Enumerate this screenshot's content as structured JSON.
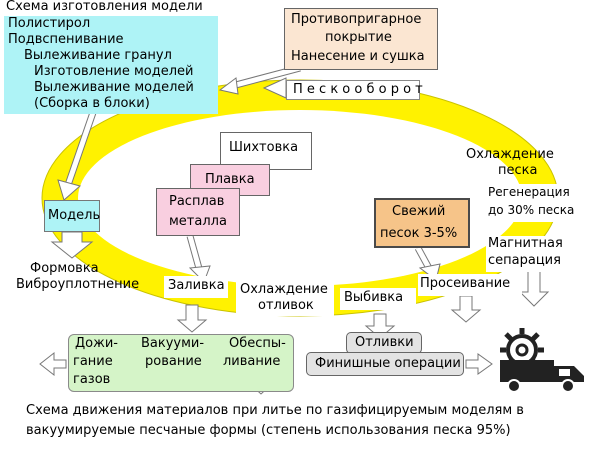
{
  "title": "Схема изготовления модели",
  "model_steps": [
    "Полистирол",
    "Подвспенивание",
    "Вылеживание гранул",
    "Изготовление моделей",
    "Вылеживание моделей",
    "(Сборка в блоки)"
  ],
  "coating": [
    "Противопригарное",
    "покрытие",
    "Нанесение и сушка"
  ],
  "sand_circulation": "П е с к о о б о р о т",
  "sand_cooling": [
    "Охлаждение",
    "песка"
  ],
  "regeneration": [
    "Регенерация",
    "до 30% песка"
  ],
  "magnetic": [
    "Магнитная",
    "сепарация"
  ],
  "charging": "Шихтовка",
  "melting": "Плавка",
  "melt": [
    "Расплав",
    "металла"
  ],
  "fresh_sand": [
    "Свежий",
    "песок 3-5%"
  ],
  "model": "Модель",
  "molding": [
    "Формовка",
    "Виброуплотнение"
  ],
  "pouring": "Заливка",
  "casting_cooling": [
    "Охлаждение",
    "отливок"
  ],
  "knockout": "Выбивка",
  "sifting": "Просеивание",
  "gas_box": {
    "col1": [
      "Дожи-",
      "гание",
      "газов"
    ],
    "col2": [
      "Вакууми-",
      "рование"
    ],
    "col3": [
      "Обеспы-",
      "ливание"
    ]
  },
  "castings": "Отливки",
  "finishing": "Финишные операции",
  "caption": [
    "Схема движения материалов при литье по газифицируемым моделям в",
    "вакуумируемые песчаные формы (степень использования песка 95%)"
  ],
  "icons": [
    "gear-icon",
    "truck-icon"
  ],
  "colors": {
    "ring": "#fff200",
    "cyan": "#aef3f6",
    "peach": "#fbe6d2",
    "pink": "#f9cfe0",
    "orange": "#f6c489",
    "green": "#d5f4c8",
    "grey": "#e3e3e3"
  }
}
